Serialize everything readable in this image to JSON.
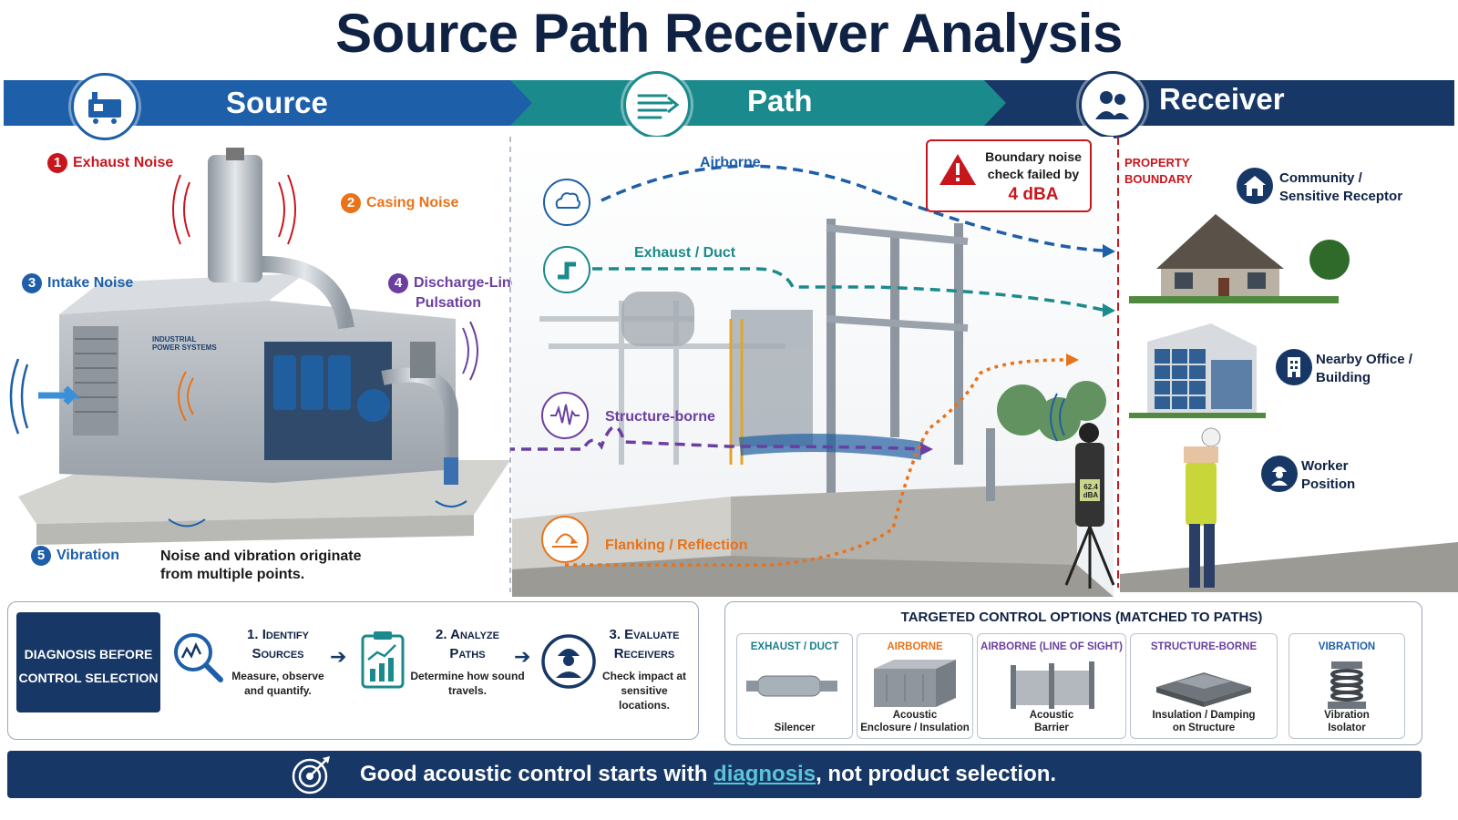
{
  "title": "Source Path Receiver Analysis",
  "banner": {
    "source": "Source",
    "path": "Path",
    "receiver": "Receiver"
  },
  "source": {
    "points": [
      {
        "num": "1",
        "label": "Exhaust Noise",
        "color": "#c8161d"
      },
      {
        "num": "2",
        "label": "Casing Noise",
        "color": "#e8731a"
      },
      {
        "num": "3",
        "label": "Intake Noise",
        "color": "#1d5fa8"
      },
      {
        "num": "4",
        "label_line1": "Discharge-Line",
        "label_line2": "Pulsation",
        "color": "#6b3fa0"
      },
      {
        "num": "5",
        "label": "Vibration",
        "color": "#1d5fa8"
      }
    ],
    "generator_brand_line1": "INDUSTRIAL",
    "generator_brand_line2": "POWER SYSTEMS",
    "note_line1": "Noise and vibration originate",
    "note_line2": "from multiple points."
  },
  "paths": {
    "airborne": "Airborne",
    "exhaust_duct": "Exhaust / Duct",
    "structure_borne": "Structure-borne",
    "flanking": "Flanking / Reflection"
  },
  "alert": {
    "line1": "Boundary noise",
    "line2": "check failed by",
    "value": "4 dBA"
  },
  "meter_reading_line1": "62.4",
  "meter_reading_line2": "dBA",
  "boundary": {
    "line1": "PROPERTY",
    "line2": "BOUNDARY"
  },
  "receivers": [
    {
      "line1": "Community /",
      "line2": "Sensitive Receptor"
    },
    {
      "line1": "Nearby Office /",
      "line2": "Building"
    },
    {
      "line1": "Worker",
      "line2": "Position"
    }
  ],
  "diagnosis": {
    "heading_line1": "DIAGNOSIS BEFORE",
    "heading_line2": "CONTROL SELECTION",
    "steps": [
      {
        "title_line1": "1. Identify",
        "title_line2": "Sources",
        "desc_line1": "Measure, observe",
        "desc_line2": "and quantify."
      },
      {
        "title_line1": "2. Analyze",
        "title_line2": "Paths",
        "desc_line1": "Determine how sound",
        "desc_line2": "travels."
      },
      {
        "title_line1": "3. Evaluate",
        "title_line2": "Receivers",
        "desc_line1": "Check impact at",
        "desc_line2": "sensitive locations."
      }
    ]
  },
  "controls": {
    "heading": "TARGETED CONTROL OPTIONS (MATCHED TO PATHS)",
    "cards": [
      {
        "head": "EXHAUST / DUCT",
        "cap_line1": "Silencer",
        "cap_line2": "",
        "color": "#1a7f8c"
      },
      {
        "head": "AIRBORNE",
        "cap_line1": "Acoustic",
        "cap_line2": "Enclosure / Insulation",
        "color": "#e8731a"
      },
      {
        "head": "AIRBORNE (LINE OF SIGHT)",
        "cap_line1": "Acoustic",
        "cap_line2": "Barrier",
        "color": "#6b3fa0"
      },
      {
        "head": "STRUCTURE-BORNE",
        "cap_line1": "Insulation / Damping",
        "cap_line2": "on Structure",
        "color": "#6b3fa0"
      },
      {
        "head": "VIBRATION",
        "cap_line1": "Vibration",
        "cap_line2": "Isolator",
        "color": "#1d5fa8"
      }
    ]
  },
  "footer": {
    "pre": "Good acoustic control starts with ",
    "highlight": "diagnosis",
    "post": ", not product selection."
  },
  "colors": {
    "navy": "#173766",
    "source_blue": "#1d5fa8",
    "path_teal": "#1a8a8c",
    "alert_red": "#c8161d",
    "flanking_orange": "#e8731a",
    "structure_purple": "#6b3fa0"
  }
}
